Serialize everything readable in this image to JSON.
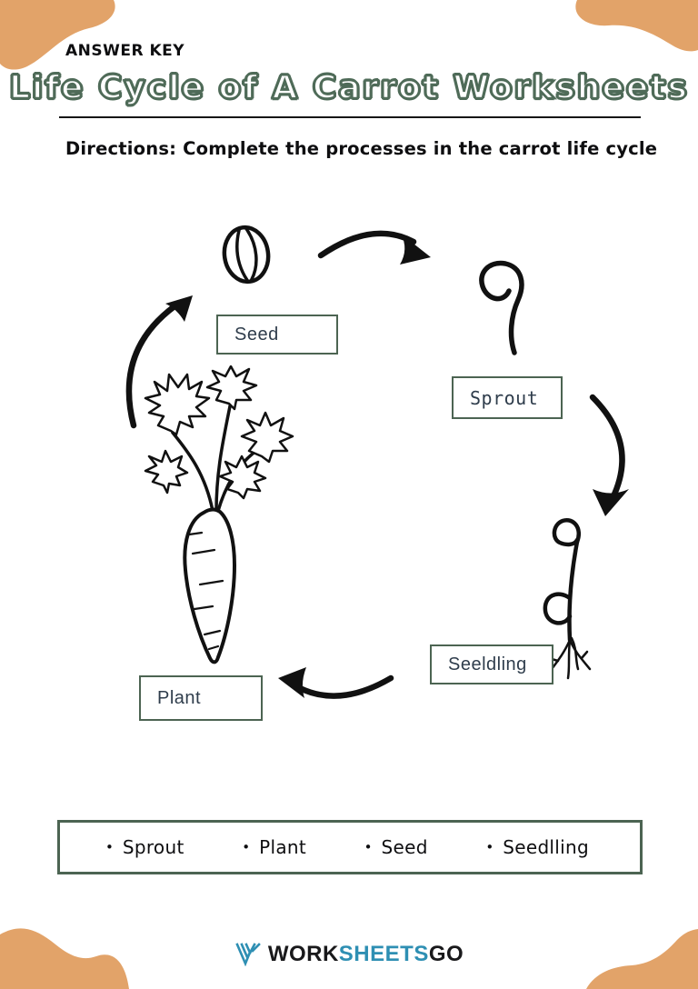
{
  "header": {
    "answer_key": "ANSWER KEY",
    "title": "Life Cycle of A Carrot Worksheets",
    "directions": "Directions: Complete the processes in the carrot life cycle"
  },
  "diagram": {
    "labels": {
      "seed": "Seed",
      "sprout": "Sprout",
      "seedling": "Seeldling",
      "plant": "Plant"
    },
    "stage_drawings": [
      "seed-drawing",
      "sprout-drawing",
      "seedling-drawing",
      "carrot-plant-drawing"
    ],
    "cycle_order": [
      "Seed",
      "Sprout",
      "Seeldling",
      "Plant"
    ]
  },
  "word_bank": {
    "bullet": "•",
    "items": [
      "Sprout",
      "Plant",
      "Seed",
      "Seedlling"
    ]
  },
  "footer": {
    "logo_part1": "WORK",
    "logo_part2": "SHEETS",
    "logo_part3": "GO"
  },
  "colors": {
    "accent_orange": "#E2A369",
    "box_border_green": "#4C6452",
    "title_outline_green": "#4F6B58",
    "label_text": "#2F3D4C",
    "logo_teal": "#2E8FB3",
    "logo_dark": "#19191B",
    "ink": "#111111"
  }
}
